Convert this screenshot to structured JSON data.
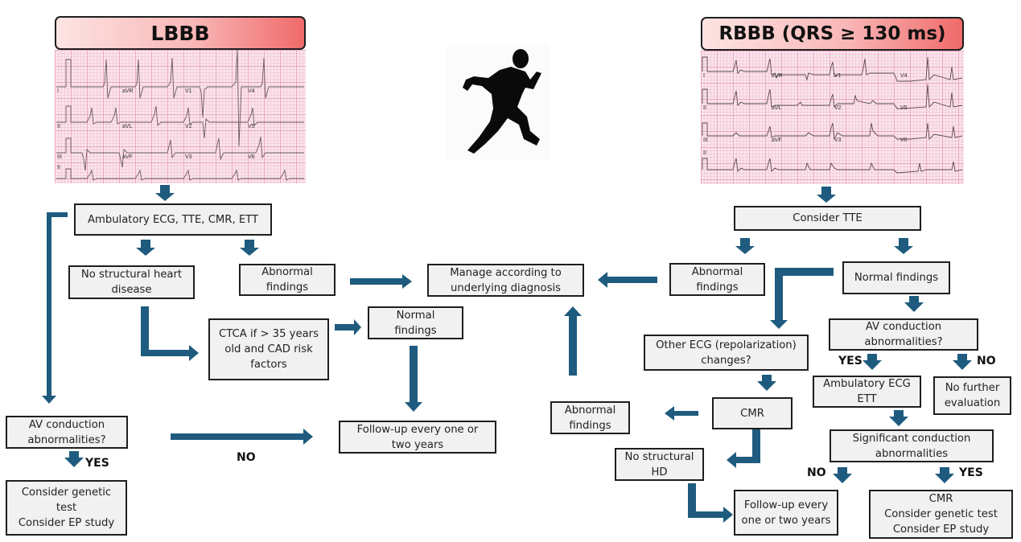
{
  "colors": {
    "arrow": "#1f5b7e",
    "box_fill": "#f1f1f1",
    "box_border": "#1e1e1e",
    "banner_gradient_start": "#fde3e3",
    "banner_gradient_end": "#f06a6a",
    "ecg_paper": "#fbe4ec"
  },
  "left": {
    "title": "LBBB",
    "ecg_leads": [
      "I",
      "aVR",
      "V1",
      "V4",
      "II",
      "aVL",
      "V2",
      "V5",
      "III",
      "aVF",
      "V3",
      "V6",
      "II"
    ],
    "boxes": {
      "workup": "Ambulatory ECG, TTE, CMR, ETT",
      "no_shd": "No structural heart\ndisease",
      "abnormal": "Abnormal\nfindings",
      "ctca": "CTCA if > 35 years\nold and CAD risk\nfactors",
      "normal": "Normal\nfindings",
      "av_conduction": "AV conduction\nabnormalities?",
      "genetic_ep": "Consider genetic test\nConsider EP study",
      "followup": "Follow-up every one or\ntwo years"
    },
    "labels": {
      "yes": "YES",
      "no": "NO"
    }
  },
  "center": {
    "manage": "Manage according to\nunderlying diagnosis",
    "icon": "running-athlete-icon"
  },
  "right": {
    "title": "RBBB (QRS ≥ 130 ms)",
    "ecg_leads": [
      "I",
      "aVR",
      "V1",
      "V4",
      "II",
      "aVL",
      "V2",
      "V5",
      "III",
      "aVF",
      "V3",
      "V6",
      "II"
    ],
    "boxes": {
      "consider_tte": "Consider TTE",
      "abnormal": "Abnormal\nfindings",
      "normal": "Normal findings",
      "other_ecg": "Other ECG (repolarization)\nchanges?",
      "av_conduction": "AV conduction\nabnormalities?",
      "ambulatory": "Ambulatory ECG\nETT",
      "no_further": "No further\nevaluation",
      "cmr": "CMR",
      "abnormal_cmr": "Abnormal\nfindings",
      "no_structural_hd": "No structural\nHD",
      "significant": "Significant conduction\nabnormalities",
      "followup": "Follow-up every\none or two years",
      "cmr_genetic_ep": "CMR\nConsider genetic test\nConsider EP study"
    },
    "labels": {
      "yes_av": "YES",
      "no_av": "NO",
      "no_sig": "NO",
      "yes_sig": "YES"
    }
  }
}
